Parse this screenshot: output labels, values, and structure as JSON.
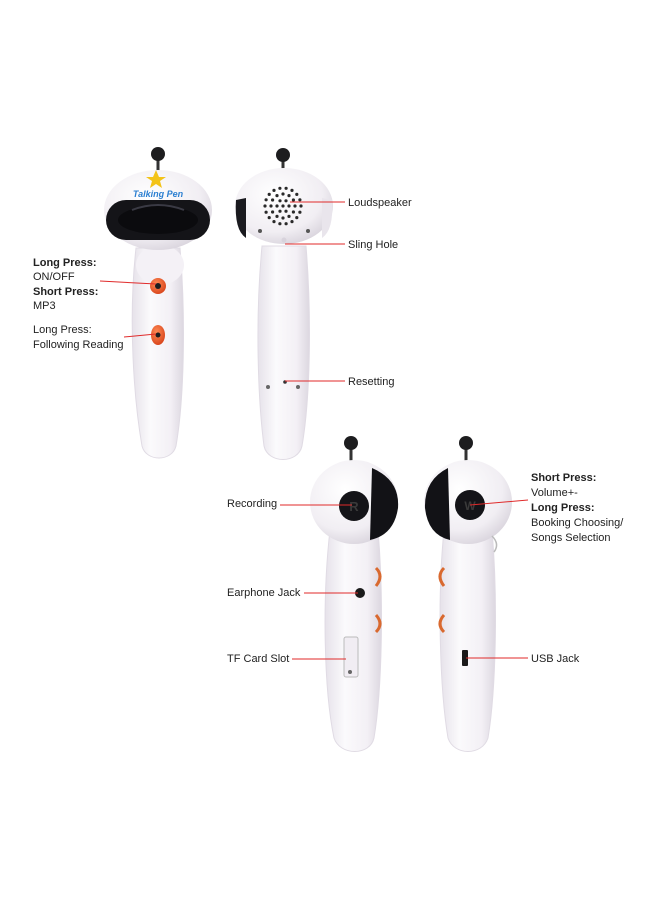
{
  "pens": {
    "front": {
      "logo_text": "Talking Pen"
    }
  },
  "callouts": {
    "power_long_press": "Long Press:",
    "power_long_value": "ON/OFF",
    "power_short_press": "Short Press:",
    "power_short_value": "MP3",
    "follow_long_press": "Long Press:",
    "follow_value": "Following Reading",
    "loudspeaker": "Loudspeaker",
    "sling_hole": "Sling Hole",
    "resetting": "Resetting",
    "recording": "Recording",
    "earphone_jack": "Earphone Jack",
    "tf_card_slot": "TF Card Slot",
    "volume_short_press": "Short Press:",
    "volume_value": "Volume+-",
    "book_long_press": "Long Press:",
    "book_value_1": "Booking Choosing/",
    "book_value_2": "Songs Selection",
    "usb_jack": "USB Jack"
  },
  "colors": {
    "pen_body": "#f7f5f8",
    "pen_shadow": "#e4e0e8",
    "visor": "#141418",
    "button_orange": "#e8531f",
    "leader_red": "#e02a2a",
    "logo_star": "#f3c318",
    "logo_text": "#2b7fd1"
  }
}
